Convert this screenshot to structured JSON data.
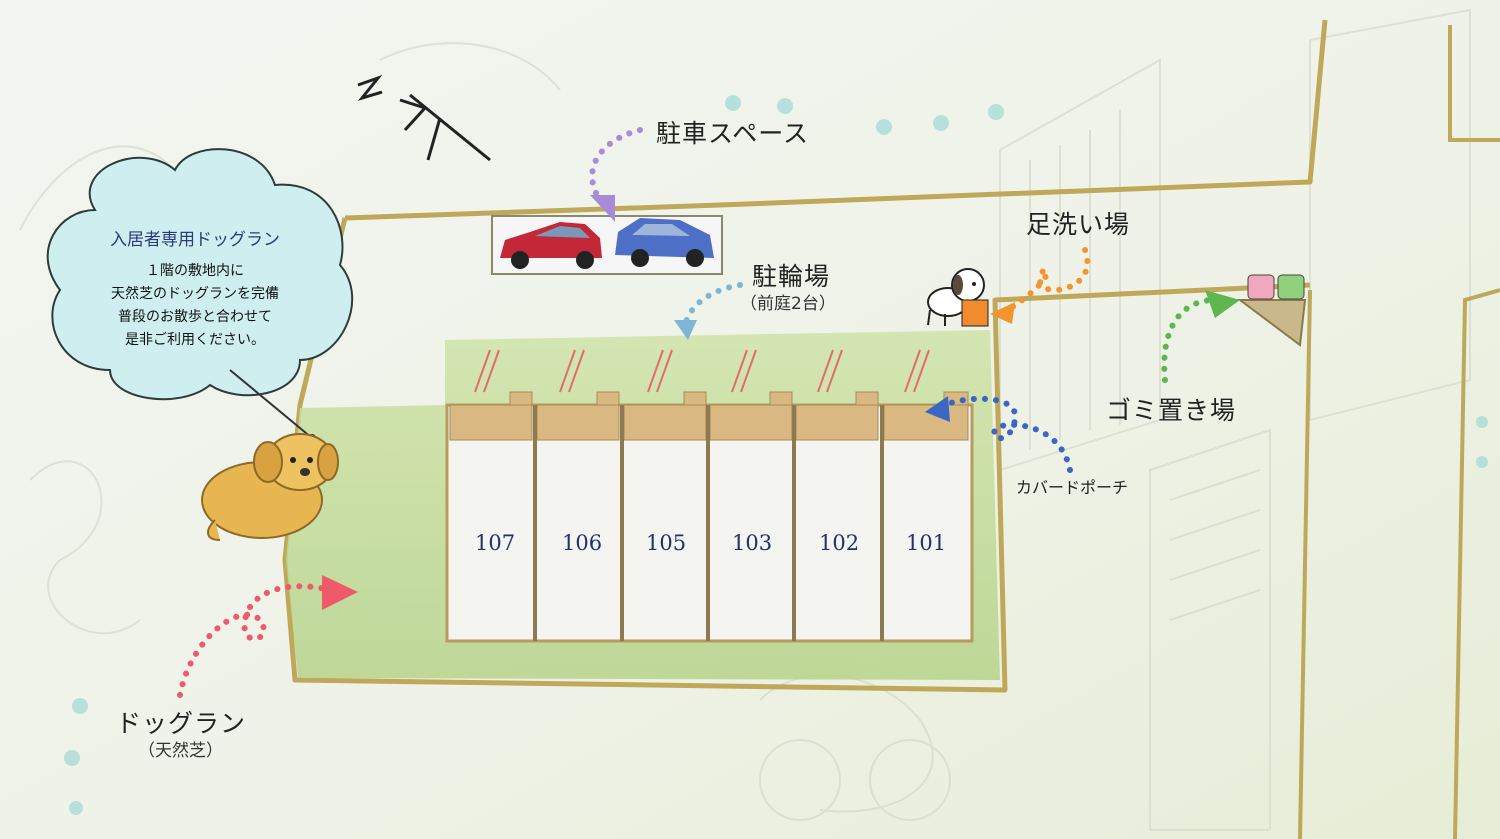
{
  "map": {
    "north_symbol": "N",
    "cloud": {
      "title": "入居者専用ドッグラン",
      "lines": [
        "１階の敷地内に",
        "天然芝のドッグランを完備",
        "普段のお散歩と合わせて",
        "是非ご利用ください。"
      ]
    },
    "labels": {
      "parking": "駐車スペース",
      "bike_parking": "駐輪場",
      "bike_parking_note": "（前庭2台）",
      "foot_wash": "足洗い場",
      "garbage": "ゴミ置き場",
      "porch": "カバードポーチ",
      "dog_run": "ドッグラン",
      "dog_run_note": "（天然芝）"
    },
    "units": [
      "107",
      "106",
      "105",
      "103",
      "102",
      "101"
    ],
    "colors": {
      "wall": "#bfa85a",
      "lawn": "#b9d48f",
      "parking_arrow": "#a98ad8",
      "bike_arrow": "#7fb6d8",
      "foot_arrow": "#f2952e",
      "garbage_arrow": "#5fb64e",
      "porch_arrow": "#3a67c4",
      "dogrun_arrow": "#ee5a6a",
      "unit_text": "#23306a",
      "cloud_fill": "#cfeef0"
    }
  }
}
